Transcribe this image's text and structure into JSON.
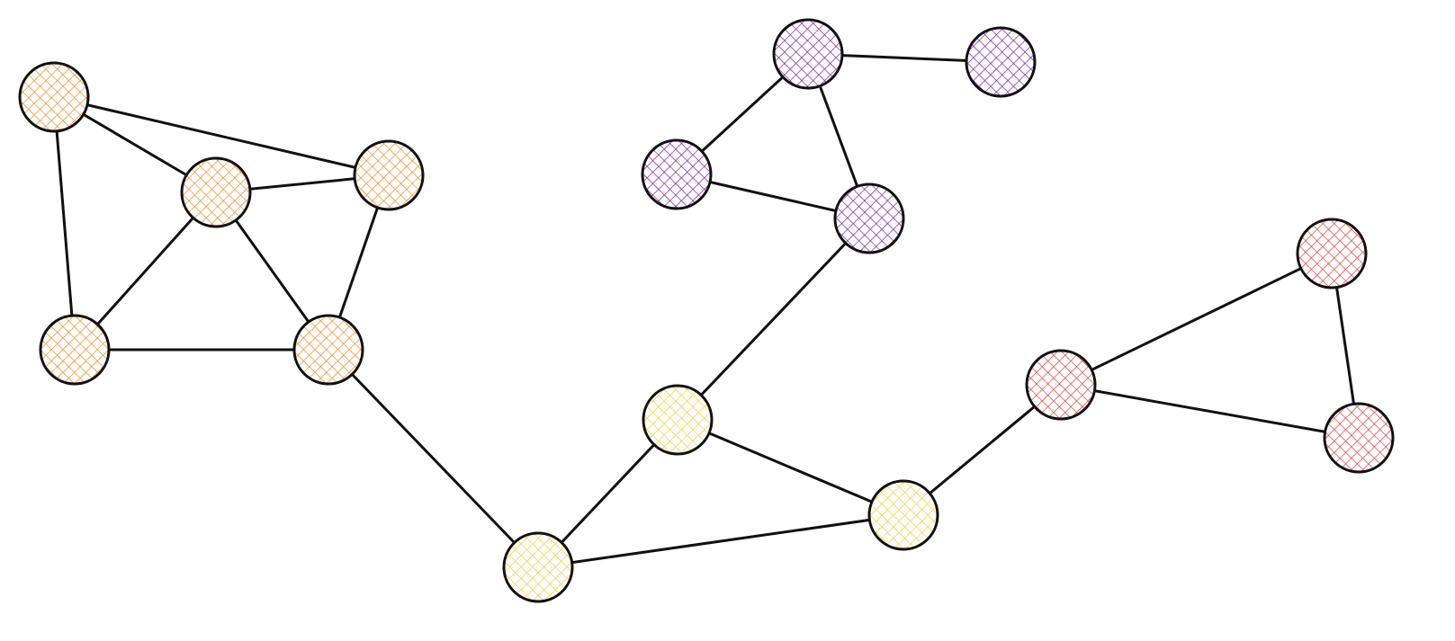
{
  "diagram": {
    "type": "graph",
    "groups": [
      {
        "id": "orange",
        "color": "#f08a24"
      },
      {
        "id": "purple",
        "color": "#7b1fa2"
      },
      {
        "id": "yellow",
        "color": "#fbc934"
      },
      {
        "id": "red",
        "color": "#e03c3c"
      }
    ],
    "nodes": [
      {
        "id": "o1",
        "group": "orange"
      },
      {
        "id": "o2",
        "group": "orange"
      },
      {
        "id": "o3",
        "group": "orange"
      },
      {
        "id": "o4",
        "group": "orange"
      },
      {
        "id": "o5",
        "group": "orange"
      },
      {
        "id": "p1",
        "group": "purple"
      },
      {
        "id": "p2",
        "group": "purple"
      },
      {
        "id": "p3",
        "group": "purple"
      },
      {
        "id": "p4",
        "group": "purple"
      },
      {
        "id": "y1",
        "group": "yellow"
      },
      {
        "id": "y2",
        "group": "yellow"
      },
      {
        "id": "y3",
        "group": "yellow"
      },
      {
        "id": "r1",
        "group": "red"
      },
      {
        "id": "r2",
        "group": "red"
      },
      {
        "id": "r3",
        "group": "red"
      }
    ],
    "edges": [
      [
        "o1",
        "o2"
      ],
      [
        "o1",
        "o3"
      ],
      [
        "o1",
        "o4"
      ],
      [
        "o2",
        "o3"
      ],
      [
        "o2",
        "o4"
      ],
      [
        "o2",
        "o5"
      ],
      [
        "o3",
        "o5"
      ],
      [
        "o4",
        "o5"
      ],
      [
        "o5",
        "y1"
      ],
      [
        "y1",
        "y2"
      ],
      [
        "y1",
        "y3"
      ],
      [
        "y2",
        "y3"
      ],
      [
        "y2",
        "p4"
      ],
      [
        "p1",
        "p2"
      ],
      [
        "p1",
        "p3"
      ],
      [
        "p1",
        "p4"
      ],
      [
        "p3",
        "p4"
      ],
      [
        "y3",
        "r1"
      ],
      [
        "r1",
        "r2"
      ],
      [
        "r1",
        "r3"
      ],
      [
        "r2",
        "r3"
      ]
    ]
  }
}
